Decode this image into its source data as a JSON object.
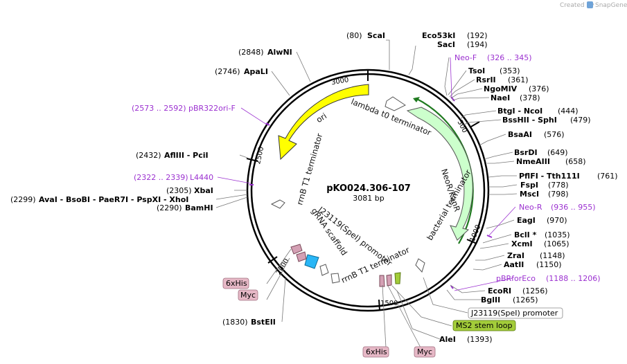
{
  "credit": {
    "prefix": "Created by",
    "brand": "SnapGene"
  },
  "plasmid": {
    "name": "pKO024.306-107",
    "length": "3081 bp"
  },
  "ticks": [
    "500",
    "1000",
    "1500",
    "2000",
    "2500",
    "3000"
  ],
  "features": {
    "ori": "ori",
    "lambda": "lambda t0 terminator",
    "neokan": "NeoR/KanR",
    "bacterial": "bacterial terminator",
    "rrnb_left": "rrnB T1 terminator",
    "rrnb_bottom": "rrnB T1 terminator",
    "j23119": "J23119(SpeI) promoter",
    "grna": "gRNA scaffold"
  },
  "sites_right": [
    {
      "pos": "(192)",
      "name": "Eco53kI"
    },
    {
      "pos": "(194)",
      "name": "SacI"
    },
    {
      "name": "TsoI",
      "pos": "(353)"
    },
    {
      "name": "RsrII",
      "pos": "(361)"
    },
    {
      "name": "NgoMIV",
      "pos": "(376)"
    },
    {
      "name": "NaeI",
      "pos": "(378)"
    },
    {
      "name": "BtgI  - NcoI",
      "pos": "(444)"
    },
    {
      "name": "BssHII  - SphI",
      "pos": "(479)"
    },
    {
      "name": "BsaAI",
      "pos": "(576)"
    },
    {
      "name": "BsrDI",
      "pos": "(649)"
    },
    {
      "name": "NmeAIII",
      "pos": "(658)"
    },
    {
      "name": "PflFI  - Tth111I",
      "pos": "(761)"
    },
    {
      "name": "FspI",
      "pos": "(778)"
    },
    {
      "name": "MscI",
      "pos": "(798)"
    },
    {
      "name": "EagI",
      "pos": "(970)"
    },
    {
      "name": "BclI *",
      "pos": "(1035)"
    },
    {
      "name": "XcmI",
      "pos": "(1065)"
    },
    {
      "name": "ZraI",
      "pos": "(1148)"
    },
    {
      "name": "AatII",
      "pos": "(1150)"
    },
    {
      "name": "EcoRI",
      "pos": "(1256)"
    },
    {
      "name": "BglII",
      "pos": "(1265)"
    },
    {
      "name": "AleI",
      "pos": "(1393)"
    }
  ],
  "sites_left": [
    {
      "pos": "(80)",
      "name": "ScaI"
    },
    {
      "pos": "(2848)",
      "name": "AlwNI"
    },
    {
      "pos": "(2746)",
      "name": "ApaLI"
    },
    {
      "pos": "(2432)",
      "name": "AflIII   - PciI"
    },
    {
      "pos": "(2305)",
      "name": "XbaI"
    },
    {
      "pos": "(2299)",
      "name": "AvaI   - BsoBI   - PaeR7I   - PspXI   - XhoI"
    },
    {
      "pos": "(2290)",
      "name": "BamHI"
    },
    {
      "pos": "(1830)",
      "name": "BstEII"
    }
  ],
  "primers": {
    "neo_f": {
      "name": "Neo-F",
      "range": "(326 .. 345)"
    },
    "neo_r": {
      "name": "Neo-R",
      "range": "(936 .. 955)"
    },
    "pbrforeco": {
      "name": "pBRforEco",
      "range": "(1188 .. 1206)"
    },
    "pbr322ori": {
      "range": "(2573 .. 2592)",
      "name": "pBR322ori-F"
    },
    "l4440": {
      "range": "(2322 .. 2339)",
      "name": "L4440"
    }
  },
  "boxes": {
    "j23119": "J23119(SpeI) promoter",
    "ms2": "MS2 stem loop",
    "his_left": "6xHis",
    "myc_left": "Myc",
    "his_bottom": "6xHis",
    "myc_bottom": "Myc"
  },
  "colors": {
    "ori": "#ffff00",
    "neokan": "#ccffcc",
    "ms2": "#a3cc3a",
    "tag": "#e6b8c6",
    "blue_feature": "#29b6f6",
    "primer": "#9b30d0"
  }
}
